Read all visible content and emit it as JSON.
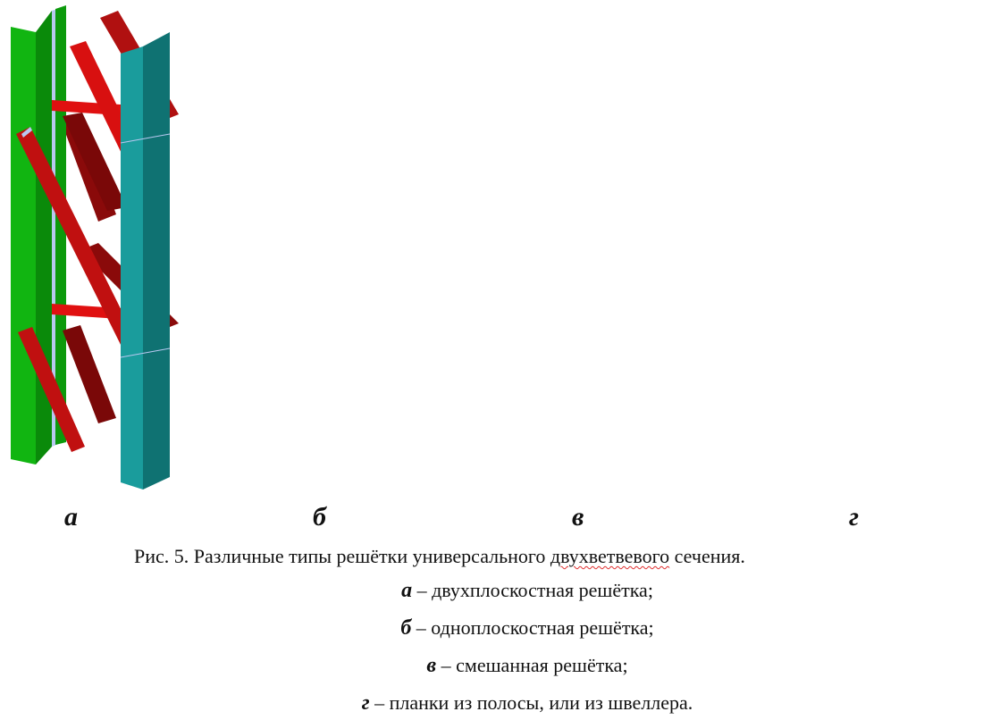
{
  "figure": {
    "panels": [
      {
        "id": "a",
        "label": "а",
        "type": "two-plane-lattice"
      },
      {
        "id": "b",
        "label": "б",
        "type": "single-plane-lattice"
      },
      {
        "id": "v",
        "label": "в",
        "type": "mixed-lattice"
      },
      {
        "id": "g",
        "label": "г",
        "type": "batten-plates"
      }
    ],
    "colors": {
      "branch_light_green": "#11b511",
      "branch_dark_green": "#0a8a0a",
      "branch_teal_face": "#1a9c9c",
      "branch_teal_side": "#0f7272",
      "branch_cyan_face": "#18c8c8",
      "branch_cyan_side": "#0a6b6b",
      "diagonal_red": "#e01010",
      "diagonal_dark_red": "#8a0a0a",
      "strut_brown": "#c97a1a",
      "strut_dark_brown": "#7a4a10",
      "plate_purple": "#a414c8",
      "plate_dark_purple": "#7a0a96",
      "edge_light": "#b8c8f0"
    }
  },
  "caption": {
    "title_prefix": "Рис. 5. Различные типы решётки универсального ",
    "title_marked": "двухветвевого",
    "title_suffix": " сечения.",
    "items": [
      {
        "letter": "а",
        "text": " – двухплоскостная решётка;"
      },
      {
        "letter": "б",
        "text": " – одноплоскостная решётка;"
      },
      {
        "letter": "в",
        "text": " – смешанная решётка;"
      },
      {
        "letter": "г",
        "text": " – планки из полосы, или из швеллера."
      }
    ]
  }
}
